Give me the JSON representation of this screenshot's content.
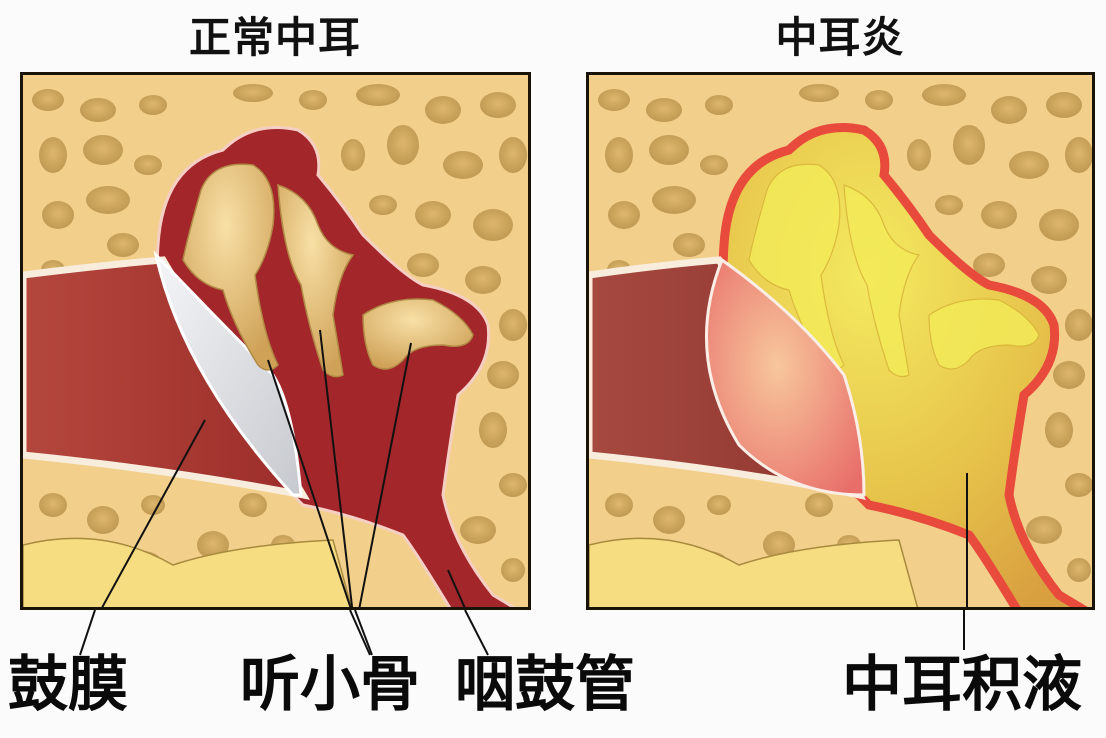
{
  "panels": {
    "left": {
      "title": "正常中耳"
    },
    "right": {
      "title": "中耳炎"
    }
  },
  "labels": {
    "eardrum": "鼓膜",
    "ossicles": "听小骨",
    "eustachian_tube": "咽鼓管",
    "middle_ear_effusion": "中耳积液"
  },
  "colors": {
    "bone": "#f2cf8a",
    "bone_pore": "#c9a55c",
    "canal": "#a8362f",
    "middle_ear_cavity": "#a3262a",
    "ossicle": "#e8c27a",
    "eardrum_normal": "#e4e6ea",
    "eardrum_inflamed": "#f08c88",
    "effusion": "#e6c24a",
    "inflamed_lining": "#e84a3c",
    "frame": "#1a1308"
  }
}
